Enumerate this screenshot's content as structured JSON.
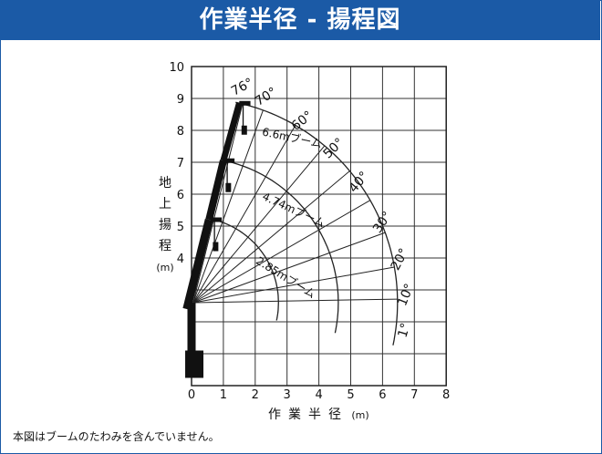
{
  "header": {
    "title": "作業半径 - 揚程図"
  },
  "note": "本図はブームのたわみを含んでいません。",
  "axes": {
    "y_label_chars": [
      "地",
      "上",
      "揚",
      "程"
    ],
    "y_unit": "(m)",
    "x_label_chars": [
      "作",
      "業",
      "半",
      "径"
    ],
    "x_unit": "(m)"
  },
  "chart_data": {
    "type": "diagram",
    "title": "作業半径 - 揚程図",
    "xlabel": "作業半径 (m)",
    "ylabel": "地上揚程 (m)",
    "xlim": [
      0,
      8
    ],
    "ylim": [
      0,
      10
    ],
    "x_ticks": [
      "0",
      "1",
      "2",
      "3",
      "4",
      "5",
      "6",
      "7",
      "8"
    ],
    "y_ticks": [
      "10",
      "9",
      "8",
      "7",
      "6",
      "5",
      "4"
    ],
    "grid": true,
    "pivot": [
      0.05,
      2.6
    ],
    "booms": [
      {
        "label": "2.85mブーム",
        "length": 2.68,
        "tip": [
          0.6,
          5.2
        ]
      },
      {
        "label": "4.74mブーム",
        "length": 4.56,
        "tip": [
          1.0,
          7.05
        ]
      },
      {
        "label": "6.6mブーム",
        "length": 6.42,
        "tip": [
          1.5,
          8.85
        ]
      }
    ],
    "angles": [
      "76°",
      "70°",
      "60°",
      "50°",
      "40°",
      "30°",
      "20°",
      "10°",
      "1°"
    ]
  }
}
